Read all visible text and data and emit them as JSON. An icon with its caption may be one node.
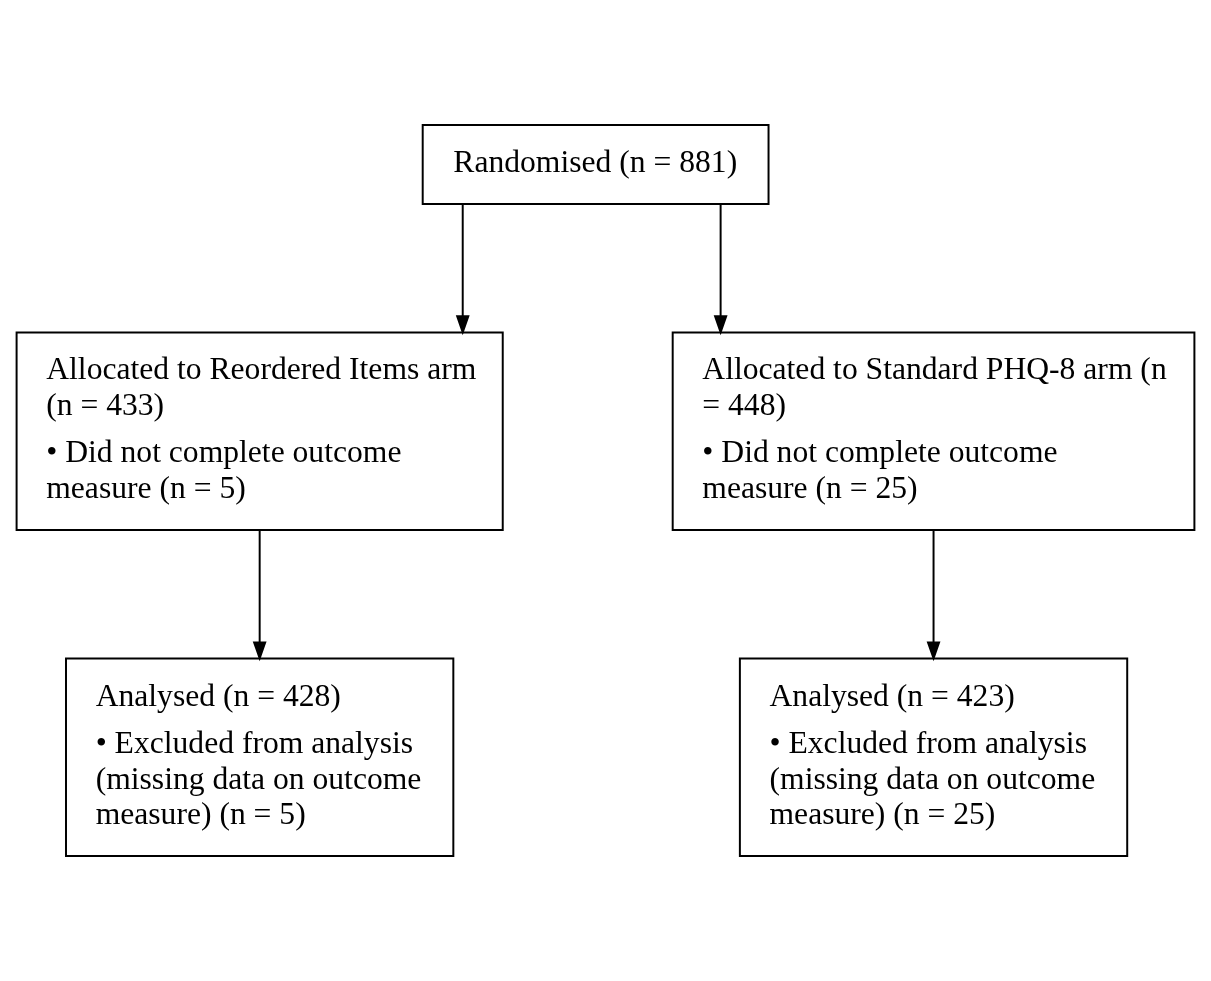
{
  "diagram": {
    "nodes": [
      {
        "text": [
          "Randomised (n = 881)"
        ]
      },
      {
        "text": [
          "Allocated to Reordered Items arm (n = 433)",
          "• Did not complete outcome measure (n = 5)"
        ]
      },
      {
        "text": [
          "Allocated to Standard PHQ-8 arm (n = 448)",
          "• Did not complete outcome measure (n = 25)"
        ]
      },
      {
        "text": [
          "Analysed (n = 428)",
          "• Excluded from analysis (missing data on outcome measure) (n = 5)"
        ]
      },
      {
        "text": [
          "Analysed (n = 423)",
          "• Excluded from analysis (missing data on outcome measure) (n = 25)"
        ]
      }
    ],
    "edges": [
      {
        "from": 0,
        "to": 1,
        "arrow": "to"
      },
      {
        "from": 0,
        "to": 2,
        "arrow": "to"
      },
      {
        "from": 1,
        "to": 3,
        "arrow": "to"
      },
      {
        "from": 2,
        "to": 4,
        "arrow": "to"
      }
    ]
  }
}
